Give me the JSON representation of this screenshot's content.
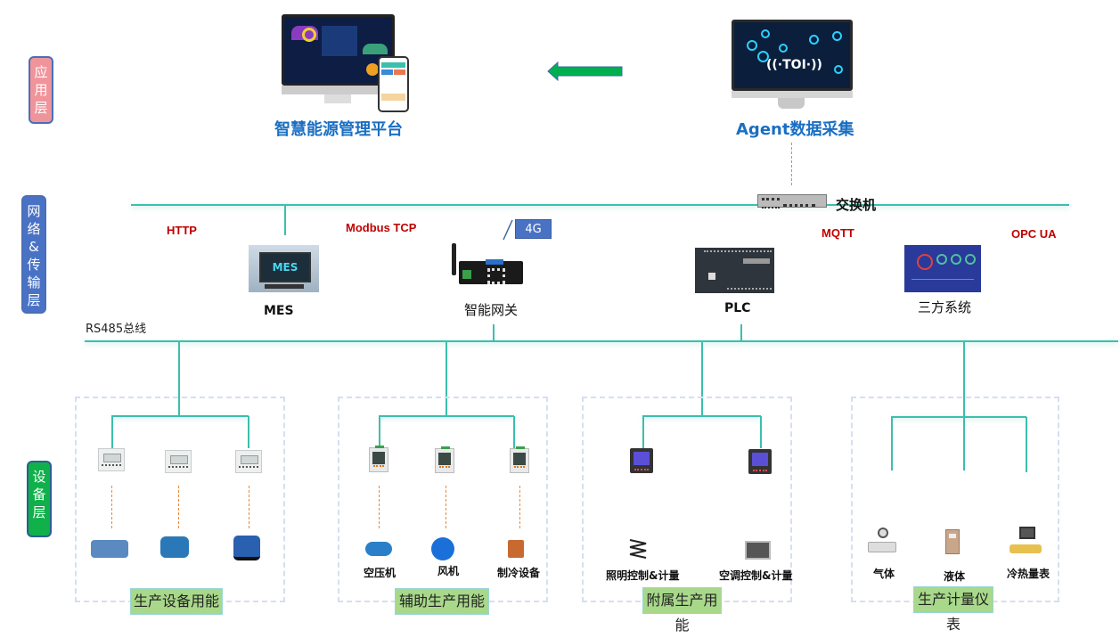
{
  "layers": {
    "application": {
      "label": "应用层",
      "chars": [
        "应",
        "用",
        "层"
      ],
      "color": "#f0949c"
    },
    "network": {
      "label": "网络&传输层",
      "chars": [
        "网",
        "络",
        "&",
        "传",
        "输",
        "层"
      ],
      "color": "#4a72c4"
    },
    "device": {
      "label": "设备层",
      "chars": [
        "设",
        "备",
        "层"
      ],
      "color": "#10b04a"
    }
  },
  "application": {
    "platform_title": "智慧能源管理平台",
    "agent_title": "Agent数据采集",
    "agent_screen_text": "((·TOI·))",
    "arrow_color": "#00b050"
  },
  "network": {
    "switch_label": "交换机",
    "bus_label": "RS485总线",
    "badge_4g": "4G",
    "protocols": [
      "HTTP",
      "Modbus TCP",
      "MQTT",
      "OPC UA"
    ],
    "nodes": [
      {
        "label": "MES",
        "icon": "mes-screen-icon"
      },
      {
        "label": "智能网关",
        "icon": "gateway-router-icon"
      },
      {
        "label": "PLC",
        "icon": "plc-icon"
      },
      {
        "label": "三方系统",
        "icon": "third-party-dashboard-icon"
      }
    ]
  },
  "groups": [
    {
      "label": "生产设备用能",
      "devices": [
        "",
        "",
        ""
      ]
    },
    {
      "label": "辅助生产用能",
      "devices": [
        "空压机",
        "风机",
        "制冷设备"
      ]
    },
    {
      "label": "附属生产用能",
      "devices": [
        "照明控制&计量",
        "空调控制&计量"
      ]
    },
    {
      "label": "生产计量仪表",
      "devices": [
        "气体",
        "液体",
        "冷热量表"
      ]
    }
  ],
  "colors": {
    "line": "#3bbfae",
    "dashed_link": "#e88a3a",
    "protocol_text": "#c00000",
    "title_blue": "#1a6fc2",
    "group_label_bg": "#a8d88a"
  }
}
